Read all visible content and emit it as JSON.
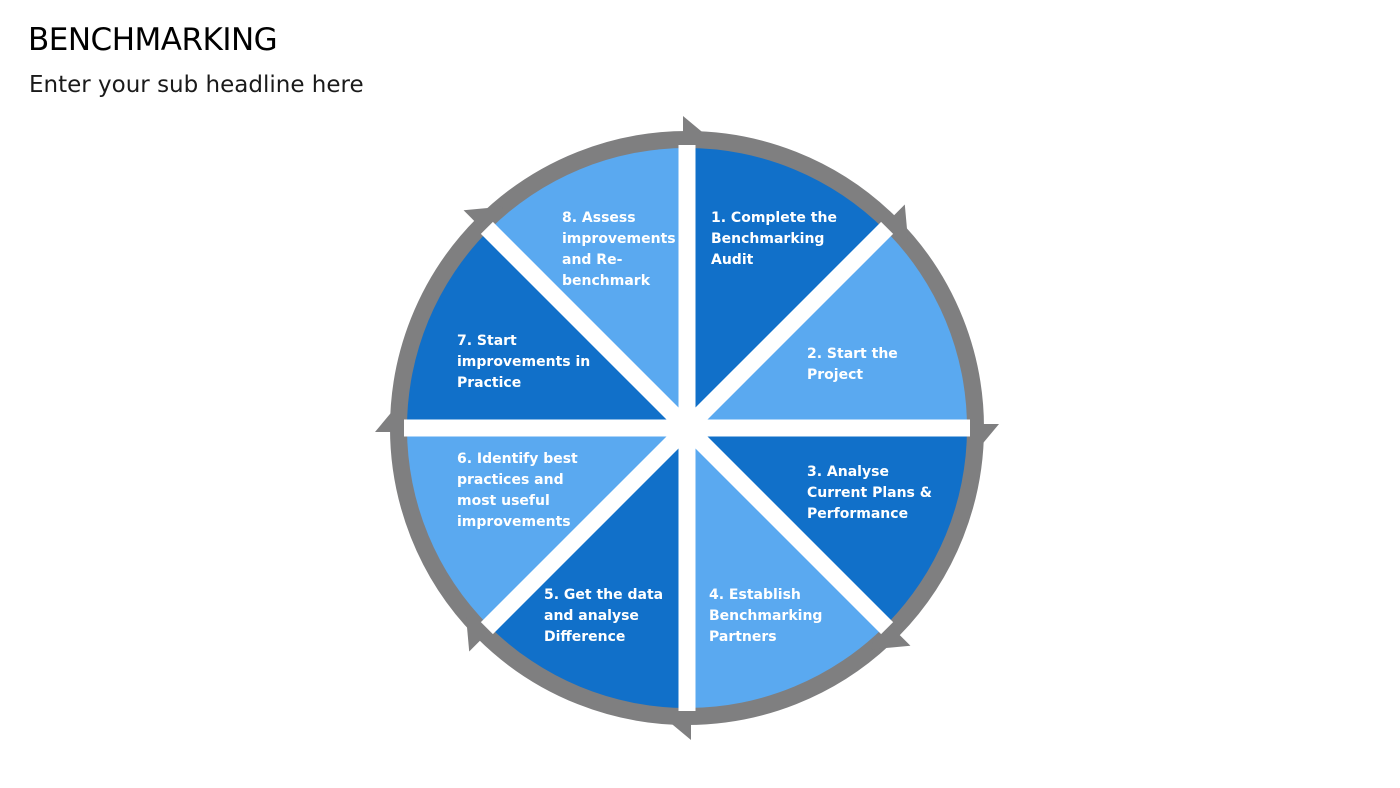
{
  "page": {
    "title": "BENCHMARKING",
    "subtitle": "Enter your sub headline here"
  },
  "colors": {
    "dark_blue": "#1170C9",
    "light_blue": "#5AA9F0",
    "ring_gray": "#7F7F80",
    "background": "#FFFFFF",
    "text": "#FFFFFF"
  },
  "cycle": {
    "steps": [
      {
        "lines": [
          "1. Complete the",
          "Benchmarking",
          "Audit"
        ],
        "tone": "dark"
      },
      {
        "lines": [
          "2. Start the",
          "Project"
        ],
        "tone": "light"
      },
      {
        "lines": [
          "3. Analyse",
          "Current Plans &",
          "Performance"
        ],
        "tone": "dark"
      },
      {
        "lines": [
          "4. Establish",
          "Benchmarking",
          "Partners"
        ],
        "tone": "light"
      },
      {
        "lines": [
          "5. Get the data",
          "and analyse",
          "Difference"
        ],
        "tone": "dark"
      },
      {
        "lines": [
          "6. Identify best",
          "practices and",
          "most useful",
          "improvements"
        ],
        "tone": "light"
      },
      {
        "lines": [
          "7. Start",
          "improvements in",
          "Practice"
        ],
        "tone": "dark"
      },
      {
        "lines": [
          "8. Assess",
          "improvements",
          "and Re-",
          "benchmark"
        ],
        "tone": "light"
      }
    ]
  }
}
